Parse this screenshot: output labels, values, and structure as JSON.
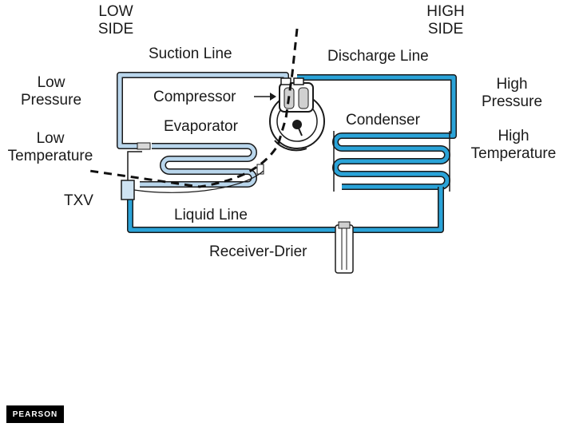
{
  "labels": {
    "low_side": "LOW\nSIDE",
    "high_side": "HIGH\nSIDE",
    "suction_line": "Suction Line",
    "discharge_line": "Discharge Line",
    "low_pressure": "Low\nPressure",
    "high_pressure": "High\nPressure",
    "compressor": "Compressor",
    "evaporator": "Evaporator",
    "condenser": "Condenser",
    "low_temperature": "Low\nTemperature",
    "high_temperature": "High\nTemperature",
    "txv": "TXV",
    "liquid_line": "Liquid Line",
    "receiver_drier": "Receiver-Drier"
  },
  "logo": "PEARSON",
  "colors": {
    "high_side_line": "#2aa3d8",
    "low_side_line": "#b9d6ec",
    "outline": "#1a1a1a",
    "dashed_divider": "#111111"
  }
}
